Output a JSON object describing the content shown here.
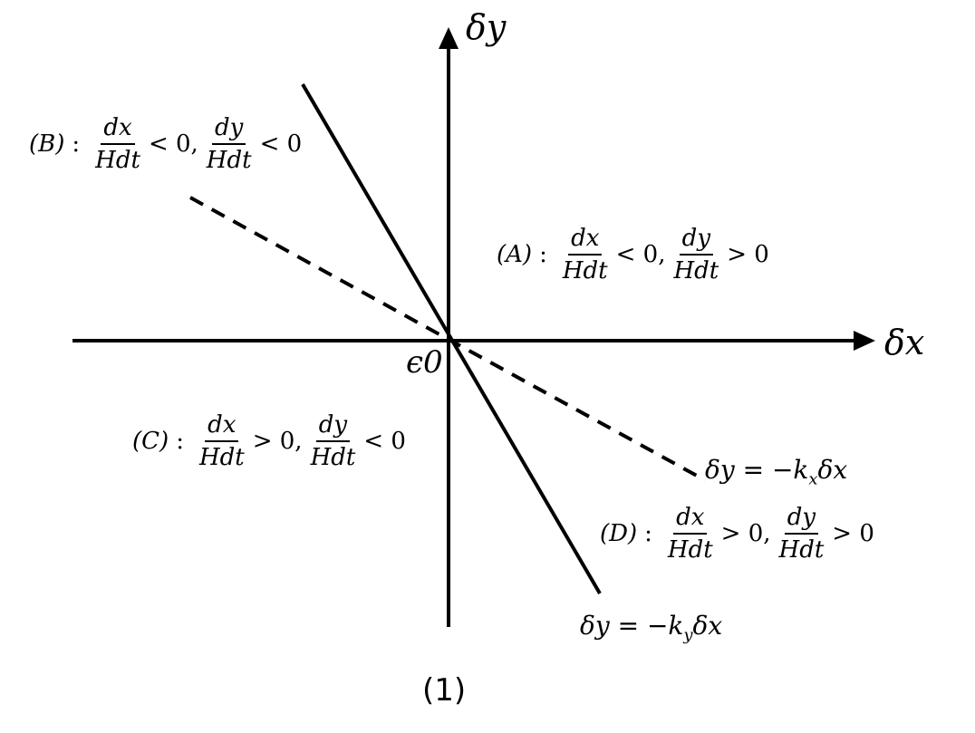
{
  "axes": {
    "x_label": "δx",
    "y_label": "δy",
    "origin_label": "ϵ0"
  },
  "lines": {
    "solid": {
      "text": "δy = −k",
      "sub": "y",
      "tail": "δx"
    },
    "dashed": {
      "text": "δy = −k",
      "sub": "x",
      "tail": "δx"
    }
  },
  "regions": {
    "A": {
      "label": "(A)",
      "sep": ":",
      "num1": "dx",
      "den1": "Hdt",
      "rel1": "< 0,",
      "num2": "dy",
      "den2": "Hdt",
      "rel2": "> 0"
    },
    "B": {
      "label": "(B)",
      "sep": ":",
      "num1": "dx",
      "den1": "Hdt",
      "rel1": "< 0,",
      "num2": "dy",
      "den2": "Hdt",
      "rel2": "< 0"
    },
    "C": {
      "label": "(C)",
      "sep": ":",
      "num1": "dx",
      "den1": "Hdt",
      "rel1": "> 0,",
      "num2": "dy",
      "den2": "Hdt",
      "rel2": "< 0"
    },
    "D": {
      "label": "(D)",
      "sep": ":",
      "num1": "dx",
      "den1": "Hdt",
      "rel1": "> 0,",
      "num2": "dy",
      "den2": "Hdt",
      "rel2": "> 0"
    }
  },
  "caption": "(1)"
}
